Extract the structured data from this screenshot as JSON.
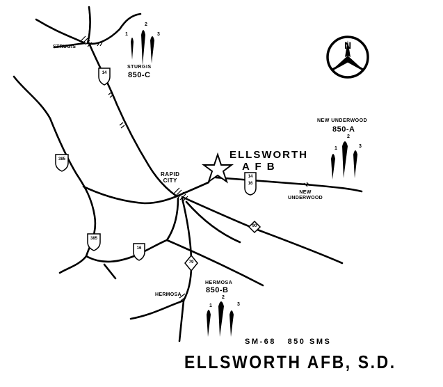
{
  "title": "ELLSWORTH AFB, S.D.",
  "subtitle": "SM-68   850 SMS",
  "base": {
    "line1": "ELLSWORTH",
    "line2": "A F B"
  },
  "compass": {
    "label": "N"
  },
  "towns": {
    "sturgis": "STRUGIS",
    "rapid_city_1": "RAPID",
    "rapid_city_2": "CITY",
    "new_underwood_1": "NEW",
    "new_underwood_2": "UNDERWOOD",
    "hermosa": "HERMOSA"
  },
  "sites": [
    {
      "name": "STURGIS",
      "code": "850-C",
      "silos": [
        "1",
        "2",
        "3"
      ]
    },
    {
      "name": "NEW UNDERWOOD",
      "code": "850-A",
      "silos": [
        "1",
        "2",
        "3"
      ]
    },
    {
      "name": "HERMOSA",
      "code": "850-B",
      "silos": [
        "1",
        "2",
        "3"
      ]
    }
  ],
  "routes": {
    "us14_north": "14",
    "us14_east": "14",
    "us14_east_alt": "16",
    "us385_north": "385",
    "us385_south": "385",
    "us16": "16",
    "i90": "90",
    "sd79": "79"
  }
}
